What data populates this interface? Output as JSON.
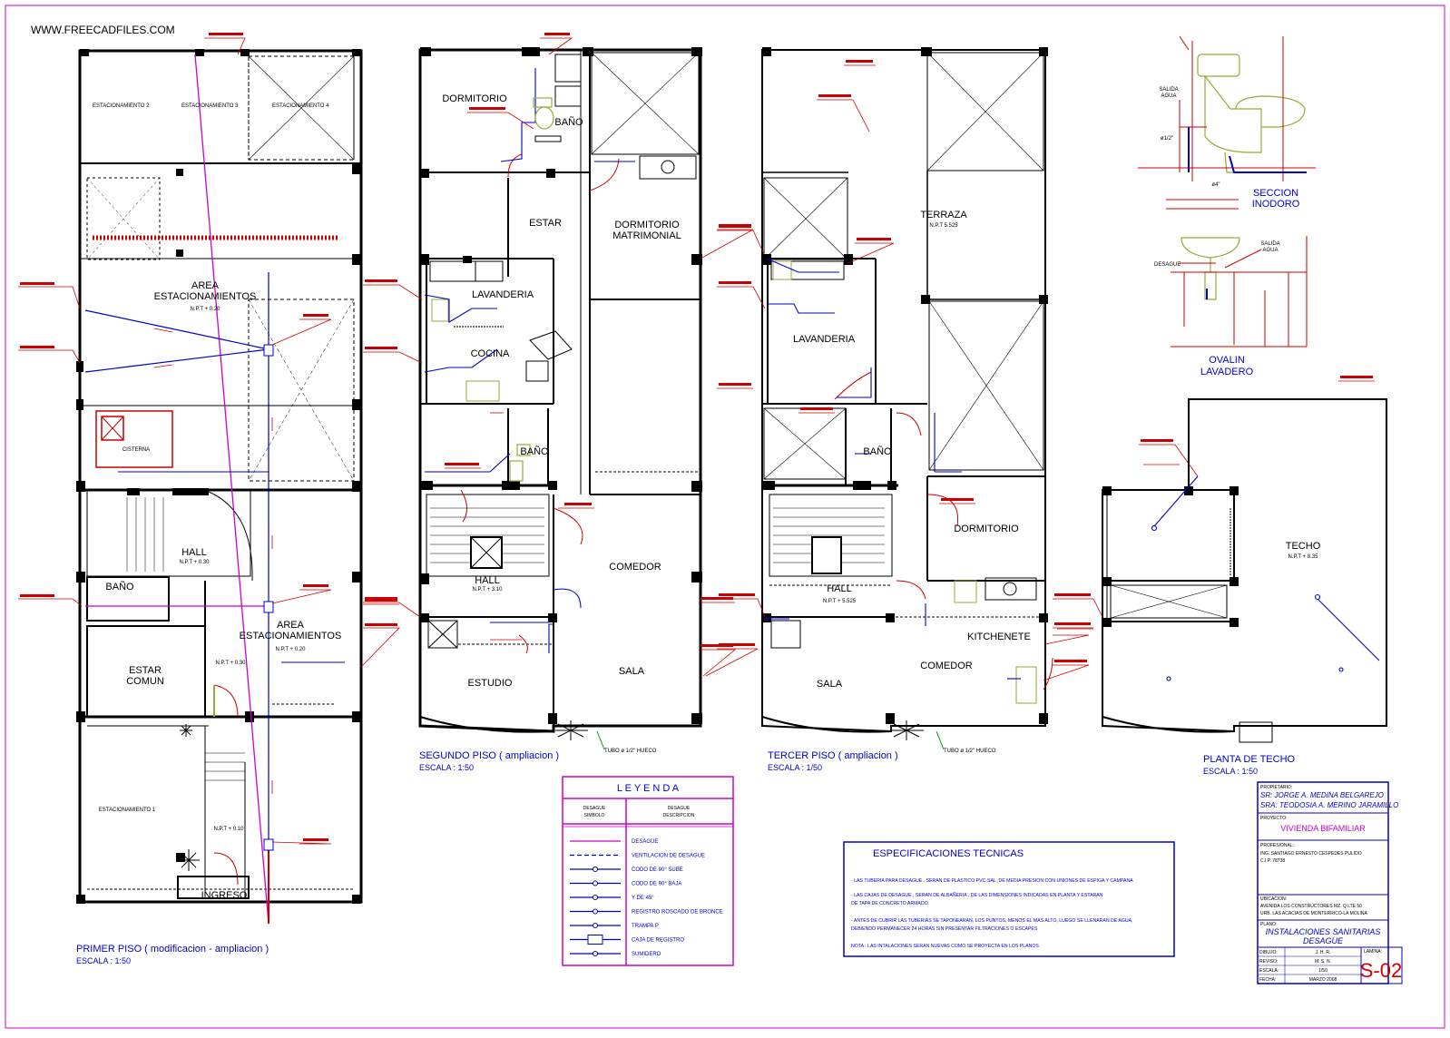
{
  "watermark": "WWW.FREECADFILES.COM",
  "floors": {
    "primer": {
      "title": "PRIMER PISO  ( modificacion - ampliacion )",
      "scale": "ESCALA : 1:50",
      "rooms": {
        "est2": "ESTACIONAMIENTO 2",
        "est3": "ESTACIONAMIENTO 3",
        "est4": "ESTACIONAMIENTO 4",
        "area_top": "AREA\nESTACIONAMIENTOS",
        "area_top_npt": "N.P.T + 0.20",
        "cisterna": "CISTERNA",
        "hall": "HALL",
        "hall_npt": "N.P.T + 0.30",
        "bano": "BAÑO",
        "area_mid": "AREA\nESTACIONAMIENTOS",
        "area_mid_npt": "N.P.T + 0.20",
        "estar": "ESTAR\nCOMUN",
        "estar_npt": "N.P.T + 0.30",
        "est1": "ESTACIONAMIENTO 1",
        "ingreso": "INGRESO",
        "npt_ingreso": "N.P.T + 0.10"
      }
    },
    "segundo": {
      "title": "SEGUNDO PISO  ( ampliacion )",
      "scale": "ESCALA : 1:50",
      "rooms": {
        "dormitorio": "DORMITORIO",
        "bano_top": "BAÑO",
        "estar": "ESTAR",
        "dorm_mat": "DORMITORIO\nMATRIMONIAL",
        "lavanderia": "LAVANDERIA",
        "cocina": "COCINA",
        "bano_mid": "BAÑO",
        "hall": "HALL",
        "hall_npt": "N.P.T + 3.10",
        "comedor": "COMEDOR",
        "estudio": "ESTUDIO",
        "sala": "SALA",
        "tubo": "TUBO  ø  1/2\"  HUECO"
      }
    },
    "tercer": {
      "title": "TERCER PISO  ( ampliacion )",
      "scale": "ESCALA : 1/50",
      "rooms": {
        "terraza": "TERRAZA",
        "terraza_npt": "N.P.T   5.525",
        "lavanderia": "LAVANDERIA",
        "bano": "BAÑO",
        "dormitorio": "DORMITORIO",
        "hall": "HALL",
        "hall_npt": "N.P.T + 5.525",
        "kitchenete": "KITCHENETE",
        "comedor": "COMEDOR",
        "sala": "SALA",
        "tubo": "TUBO  ø  1/2\"  HUECO"
      }
    },
    "techo": {
      "title": "PLANTA DE TECHO",
      "scale": "ESCALA : 1:50",
      "rooms": {
        "techo": "TECHO",
        "techo_npt": "N.P.T + 8.35"
      }
    }
  },
  "details": {
    "inodoro": {
      "title": "SECCION\nINODORO",
      "salida": "SALIDA\nAGUA",
      "pipe1": "ø1/2\"",
      "pipe2": "ø4\""
    },
    "lavadero": {
      "title": "OVALIN\nLAVADERO",
      "salida": "SALIDA\nAGUA",
      "desague": "DESAGUE"
    }
  },
  "legend": {
    "title": "L E Y E N D A",
    "col1": "DESAGUE\nSIMBOLO",
    "col2": "DESAGUE\nDESCRIPCION",
    "items": [
      "DESAGUE",
      "VENTILACION DE DESAGUE",
      "CODO DE 90° SUBE",
      "CODO DE 90° BAJA",
      "Y DE 45°",
      "REGISTRO ROSCADO DE BRONCE",
      "TRAMPA   P",
      "CAJA DE REGISTRO",
      "SUMIDERO"
    ]
  },
  "specs": {
    "title": "ESPECIFICACIONES  TECNICAS",
    "lines": [
      "-  LAS TUBERIA PARA DESAGUE , SERAN DE PLASTICO PVC-SAL ,DE MEDIA PRESION CON UNIONES DE ESPIGA Y CAMPANA",
      "-  LAS CAJAS DE DESAGUE , SERAN DE ALBAÑERIA , DE LAS DIMENSIONES INDICADAS EN PLANTA Y ESTARAN",
      "   DE TAPA DE CONCRETO ARMADO.",
      "-  ANTES DE CUBRIR LAS TUBERIAS SE TAPONEARAN, LOS PUNTOS, MENOS EL MAS ALTO, LUEGO SE LLENARAN DE AGUA,",
      "   DEBIENDO PERMANECER 24 HORAS SIN PRESENTAR FILTRACIONES O ESCAPES",
      "NOTA :   LAS INTALACIONES SERAN NUEVAS COMO SE PROYECTA EN LOS PLANOS"
    ]
  },
  "title_block": {
    "prop_label": "PROPIETARIO:",
    "prop1": "SR: JORGE A. MEDINA BELGAREJO",
    "prop2": "SRA: TEODOSIA A. MERINO JARAMILLO",
    "proy_label": "PROYECTO:",
    "proyecto": "VIVIENDA BIFAMILIAR",
    "prof_label": "PROFESIONAL:",
    "prof1": "ING. SANTIAGO ERNESTO CESPEDES PULIDO",
    "prof2": "C.I.P. 78738",
    "ubic_label": "UBICACION:",
    "ubic1": "AVENIDA LOS CONSTRUCTORES MZ. Q LTE 50",
    "ubic2": "URB. LAS ACACIAS DE MONTERRICO-LA MOLINA",
    "plano_label": "PLANO:",
    "plano1": "INSTALACIONES SANITARIAS",
    "plano2": "DESAGUE",
    "dibujo_label": "DIBUJO:",
    "dibujo": "J. H. R.",
    "reviso_label": "REVISO:",
    "reviso": "M. S. N.",
    "escala_label": "ESCALA:",
    "escala": "1/50",
    "fecha_label": "FECHA:",
    "fecha": "MARZO 2008",
    "lamina_label": "LAMINA:",
    "lamina": "S-02"
  },
  "colors": {
    "wall": "#000000",
    "drain": "#0000cc",
    "vent": "#cc00cc",
    "accent": "#cc0000",
    "fixture": "#99aa33"
  }
}
